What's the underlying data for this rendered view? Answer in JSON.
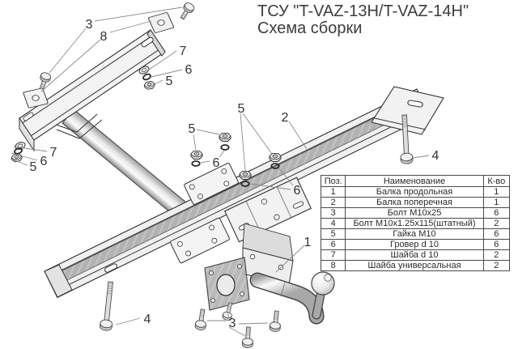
{
  "title": {
    "line1": "ТСУ \"T-VAZ-13H/T-VAZ-14H\"",
    "line2": "Схема сборки"
  },
  "parts_table": {
    "headers": {
      "pos": "Поз.",
      "name": "Наименование",
      "qty": "К-во"
    },
    "rows": [
      {
        "pos": "1",
        "name": "Балка продольная",
        "qty": "1"
      },
      {
        "pos": "2",
        "name": "Балка поперечная",
        "qty": "1"
      },
      {
        "pos": "3",
        "name": "Болт М10х25",
        "qty": "6"
      },
      {
        "pos": "4",
        "name": "Болт М10х1.25х115(штатный)",
        "qty": "2"
      },
      {
        "pos": "5",
        "name": "Гайка  М10",
        "qty": "6"
      },
      {
        "pos": "6",
        "name": "Гровер d 10",
        "qty": "6"
      },
      {
        "pos": "7",
        "name": "Шайба d 10",
        "qty": "2"
      },
      {
        "pos": "8",
        "name": "Шайба универсальная",
        "qty": "2"
      }
    ]
  },
  "callout_labels": {
    "pos1": "1",
    "pos2": "2",
    "pos3": "3",
    "pos4": "4",
    "pos5": "5",
    "pos6": "6",
    "pos7": "7",
    "pos8": "8"
  },
  "colors": {
    "outline": "#333333",
    "metal_light": "#f2f2f2",
    "metal_shade": "#c9c9c9",
    "beam_strip": "#b2b2b2",
    "dark_plate": "#979797",
    "leader_line": "#8a8a8a",
    "text": "#3d3d3d"
  }
}
